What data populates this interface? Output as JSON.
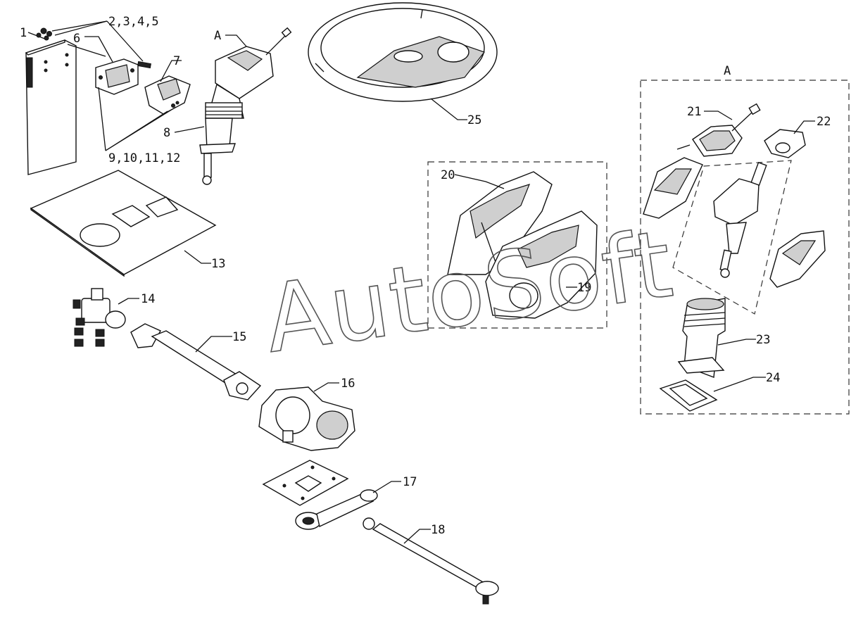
{
  "watermark": "AutoSoft",
  "group_label": "A",
  "callouts": {
    "c1": "1",
    "c2_5": "2,3,4,5",
    "c6": "6",
    "c7": "7",
    "c8": "8",
    "cA": "A",
    "c9_12": "9,10,11,12",
    "c13": "13",
    "c14": "14",
    "c15": "15",
    "c16": "16",
    "c17": "17",
    "c18": "18",
    "c19": "19",
    "c20": "20",
    "c21": "21",
    "c22": "22",
    "c23": "23",
    "c24": "24",
    "c25": "25"
  },
  "colors": {
    "line": "#111111",
    "background": "#ffffff",
    "watermark": "#555555"
  }
}
